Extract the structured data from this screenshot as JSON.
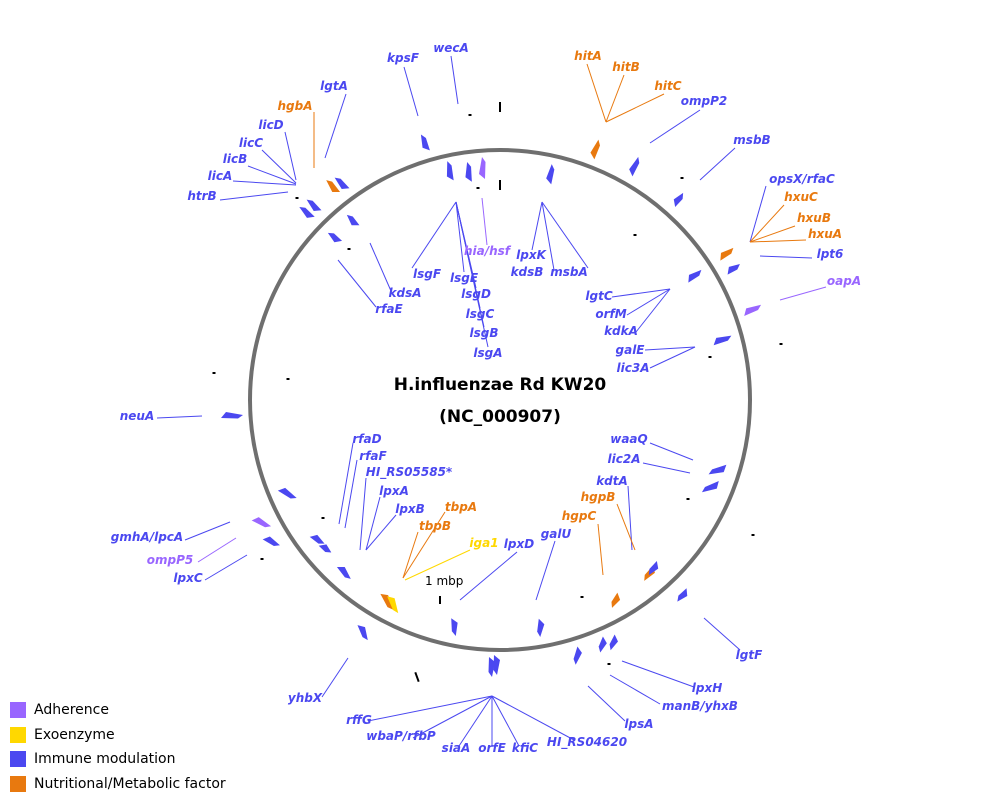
{
  "title_line1": "H.influenzae Rd KW20",
  "title_line2": "(NC_000907)",
  "scale_label": "1 mbp",
  "colors": {
    "adherence": "#9966ff",
    "exoenzyme": "#ffd800",
    "immune": "#4b48f0",
    "nutritional": "#e8790f",
    "ring": "#6f6f6f"
  },
  "legend": [
    {
      "label": "Adherence",
      "category": "adherence"
    },
    {
      "label": "Exoenzyme",
      "category": "exoenzyme"
    },
    {
      "label": "Immune modulation",
      "category": "immune"
    },
    {
      "label": "Nutritional/Metabolic factor",
      "category": "nutritional"
    }
  ],
  "genes": [
    {
      "name": "kpsF",
      "category": "immune"
    },
    {
      "name": "wecA",
      "category": "immune"
    },
    {
      "name": "hitA",
      "category": "nutritional"
    },
    {
      "name": "hitB",
      "category": "nutritional"
    },
    {
      "name": "hitC",
      "category": "nutritional"
    },
    {
      "name": "ompP2",
      "category": "immune"
    },
    {
      "name": "msbB",
      "category": "immune"
    },
    {
      "name": "opsX/rfaC",
      "category": "immune"
    },
    {
      "name": "hxuC",
      "category": "nutritional"
    },
    {
      "name": "hxuB",
      "category": "nutritional"
    },
    {
      "name": "hxuA",
      "category": "nutritional"
    },
    {
      "name": "lpt6",
      "category": "immune"
    },
    {
      "name": "oapA",
      "category": "adherence"
    },
    {
      "name": "lgtA",
      "category": "immune"
    },
    {
      "name": "hgbA",
      "category": "nutritional"
    },
    {
      "name": "licD",
      "category": "immune"
    },
    {
      "name": "licC",
      "category": "immune"
    },
    {
      "name": "licB",
      "category": "immune"
    },
    {
      "name": "licA",
      "category": "immune"
    },
    {
      "name": "htrB",
      "category": "immune"
    },
    {
      "name": "hia/hsf",
      "category": "adherence"
    },
    {
      "name": "lpxK",
      "category": "immune"
    },
    {
      "name": "kdsB",
      "category": "immune"
    },
    {
      "name": "msbA",
      "category": "immune"
    },
    {
      "name": "lsgF",
      "category": "immune"
    },
    {
      "name": "lsgE",
      "category": "immune"
    },
    {
      "name": "lsgD",
      "category": "immune"
    },
    {
      "name": "lsgC",
      "category": "immune"
    },
    {
      "name": "lsgB",
      "category": "immune"
    },
    {
      "name": "lsgA",
      "category": "immune"
    },
    {
      "name": "kdsA",
      "category": "immune"
    },
    {
      "name": "rfaE",
      "category": "immune"
    },
    {
      "name": "lgtC",
      "category": "immune"
    },
    {
      "name": "orfM",
      "category": "immune"
    },
    {
      "name": "kdkA",
      "category": "immune"
    },
    {
      "name": "galE",
      "category": "immune"
    },
    {
      "name": "lic3A",
      "category": "immune"
    },
    {
      "name": "neuA",
      "category": "immune"
    },
    {
      "name": "rfaD",
      "category": "immune"
    },
    {
      "name": "rfaF",
      "category": "immune"
    },
    {
      "name": "HI_RS05585*",
      "category": "immune"
    },
    {
      "name": "lpxA",
      "category": "immune"
    },
    {
      "name": "lpxB",
      "category": "immune"
    },
    {
      "name": "tbpA",
      "category": "nutritional"
    },
    {
      "name": "tbpB",
      "category": "nutritional"
    },
    {
      "name": "iga1",
      "category": "exoenzyme"
    },
    {
      "name": "lpxD",
      "category": "immune"
    },
    {
      "name": "galU",
      "category": "immune"
    },
    {
      "name": "waaQ",
      "category": "immune"
    },
    {
      "name": "lic2A",
      "category": "immune"
    },
    {
      "name": "kdtA",
      "category": "immune"
    },
    {
      "name": "hgpB",
      "category": "nutritional"
    },
    {
      "name": "hgpC",
      "category": "nutritional"
    },
    {
      "name": "gmhA/lpcA",
      "category": "immune"
    },
    {
      "name": "ompP5",
      "category": "adherence"
    },
    {
      "name": "lpxC",
      "category": "immune"
    },
    {
      "name": "yhbX",
      "category": "immune"
    },
    {
      "name": "lgtF",
      "category": "immune"
    },
    {
      "name": "lpxH",
      "category": "immune"
    },
    {
      "name": "manB/yhxB",
      "category": "immune"
    },
    {
      "name": "lpsA",
      "category": "immune"
    },
    {
      "name": "rffG",
      "category": "immune"
    },
    {
      "name": "wbaP/rfbP",
      "category": "immune"
    },
    {
      "name": "siaA",
      "category": "immune"
    },
    {
      "name": "orfE",
      "category": "immune"
    },
    {
      "name": "kfiC",
      "category": "immune"
    },
    {
      "name": "HI_RS04620",
      "category": "immune"
    }
  ]
}
